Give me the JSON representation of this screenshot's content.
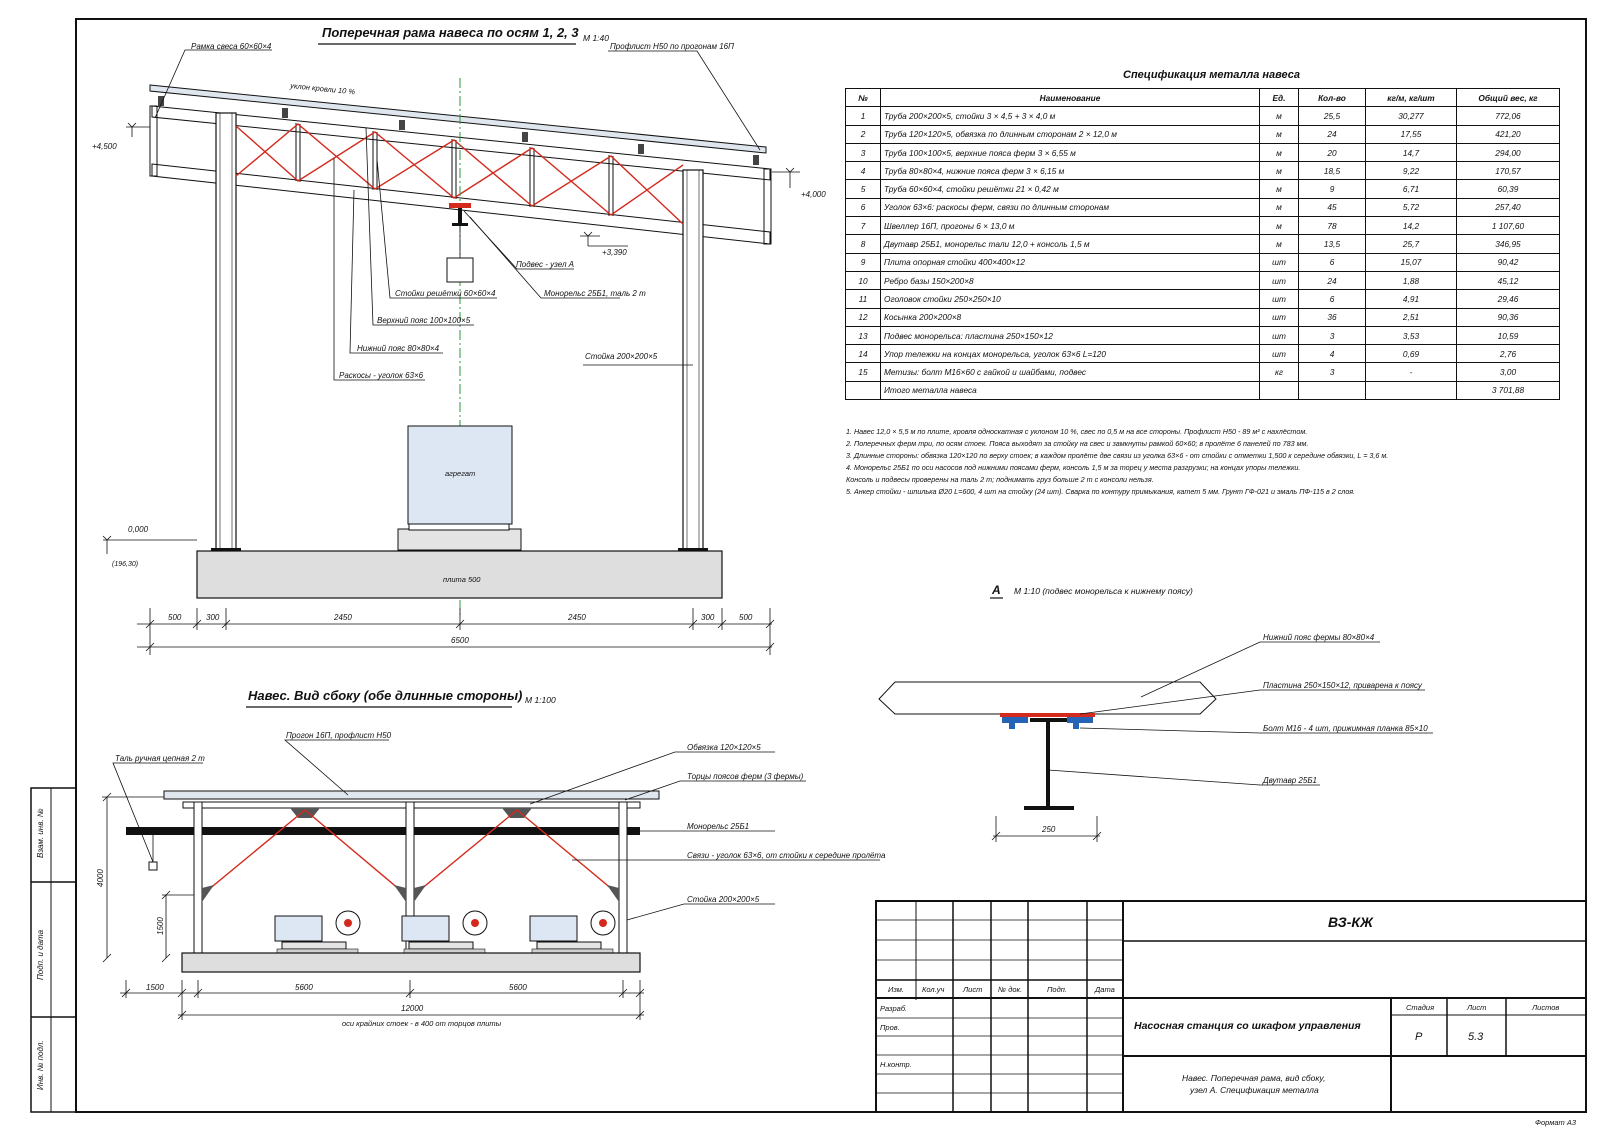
{
  "frame": {
    "title": "Поперечная рама навеса по осям 1, 2, 3",
    "scale": "М 1:40",
    "labels": {
      "fascia": "Рамка свеса 60×60×4",
      "roofing": "Профлист Н50 по прогонам 16П",
      "slope": "уклон кровли 10 %",
      "support": "Подвес - узел А",
      "monorail": "Монорельс 25Б1, таль 2 т",
      "web_posts": "Стойки решётки 60×60×4",
      "top_chord": "Верхний пояс 100×100×5",
      "bottom_chord": "Нижний пояс 80×80×4",
      "diagonals": "Раскосы - уголок 63×6",
      "column": "Стойка 200×200×5",
      "unit": "агрегат",
      "slab": "плита 500"
    },
    "levels": {
      "l1": "+4,500",
      "l2": "+4,000",
      "l3": "+3,390",
      "l4": "0,000",
      "l5": "(196,30)"
    },
    "dims": {
      "d1": "500",
      "d2": "300",
      "d3": "2450",
      "d4": "2450",
      "d5": "300",
      "d6": "500",
      "total": "6500"
    }
  },
  "side": {
    "title": "Навес. Вид сбоку (обе длинные стороны)",
    "scale": "М 1:100",
    "labels": {
      "hoist": "Таль ручная цепная 2 т",
      "purlin": "Прогон 16П, профлист Н50",
      "edge": "Обвязка 120×120×5",
      "truss_ends": "Торцы поясов ферм (3 фермы)",
      "monorail": "Монорельс 25Б1",
      "bracing": "Связи - уголок 63×6, от стойки к середине пролёта",
      "column": "Стойка 200×200×5"
    },
    "dims": {
      "h": "4000",
      "h2": "1500",
      "d1": "1500",
      "d2": "5600",
      "d3": "5600",
      "total": "12000"
    },
    "note": "оси крайних стоек - в 400 от торцов плиты"
  },
  "spec": {
    "title": "Спецификация металла навеса",
    "headers": [
      "№",
      "Наименование",
      "Ед.",
      "Кол-во",
      "кг/м, кг/шт",
      "Общий вес, кг"
    ],
    "rows": [
      [
        "1",
        "Труба 200×200×5, стойки 3 × 4,5 + 3 × 4,0 м",
        "м",
        "25,5",
        "30,277",
        "772,06"
      ],
      [
        "2",
        "Труба 120×120×5, обвязка по длинным сторонам 2 × 12,0 м",
        "м",
        "24",
        "17,55",
        "421,20"
      ],
      [
        "3",
        "Труба 100×100×5, верхние пояса ферм 3 × 6,55 м",
        "м",
        "20",
        "14,7",
        "294,00"
      ],
      [
        "4",
        "Труба 80×80×4, нижние пояса ферм 3 × 6,15 м",
        "м",
        "18,5",
        "9,22",
        "170,57"
      ],
      [
        "5",
        "Труба 60×60×4, стойки решётки 21 × 0,42 м",
        "м",
        "9",
        "6,71",
        "60,39"
      ],
      [
        "6",
        "Уголок 63×6: раскосы ферм, связи по длинным сторонам",
        "м",
        "45",
        "5,72",
        "257,40"
      ],
      [
        "7",
        "Швеллер 16П, прогоны 6 × 13,0 м",
        "м",
        "78",
        "14,2",
        "1 107,60"
      ],
      [
        "8",
        "Двутавр 25Б1, монорельс тали 12,0 + консоль 1,5 м",
        "м",
        "13,5",
        "25,7",
        "346,95"
      ],
      [
        "9",
        "Плита опорная стойки 400×400×12",
        "шт",
        "6",
        "15,07",
        "90,42"
      ],
      [
        "10",
        "Ребро базы 150×200×8",
        "шт",
        "24",
        "1,88",
        "45,12"
      ],
      [
        "11",
        "Оголовок стойки 250×250×10",
        "шт",
        "6",
        "4,91",
        "29,46"
      ],
      [
        "12",
        "Косынка 200×200×8",
        "шт",
        "36",
        "2,51",
        "90,36"
      ],
      [
        "13",
        "Подвес монорельса: пластина 250×150×12",
        "шт",
        "3",
        "3,53",
        "10,59"
      ],
      [
        "14",
        "Упор тележки на концах монорельса, уголок 63×6 L=120",
        "шт",
        "4",
        "0,69",
        "2,76"
      ],
      [
        "15",
        "Метизы: болт М16×60 с гайкой и шайбами, подвес",
        "кг",
        "3",
        "-",
        "3,00"
      ],
      [
        "",
        "Итого металла навеса",
        "",
        "",
        "",
        "3 701,88"
      ]
    ]
  },
  "notes": [
    "1. Навес 12,0 × 5,5 м по плите, кровля односкатная с уклоном 10 %, свес по 0,5 м на все стороны. Профлист Н50 - 89 м² с нахлёстом.",
    "2. Поперечных ферм три, по осям стоек. Пояса выходят за стойку на свес и замкнуты рамкой 60×60; в пролёте 6 панелей по 783 мм.",
    "3. Длинные стороны: обвязка 120×120 по верху стоек; в каждом пролёте две связи из уголка 63×6 - от стойки с отметки 1,500 к середине обвязки, L = 3,6 м.",
    "4. Монорельс 25Б1 по оси насосов под нижними поясами ферм, консоль 1,5 м за торец у места разгрузки; на концах упоры тележки.",
    "    Консоль и подвесы проверены на таль 2 т; поднимать груз больше 2 т с консоли нельзя.",
    "5. Анкер стойки - шпилька Ø20 L=600, 4 шт на стойку (24 шт). Сварка по контуру примыкания, катет 5 мм. Грунт ГФ-021 и эмаль ПФ-115 в 2 слоя."
  ],
  "node": {
    "letter": "А",
    "title": "М 1:10 (подвес монорельса к нижнему поясу)",
    "labels": {
      "chord": "Нижний пояс фермы 80×80×4",
      "plate": "Пластина 250×150×12, приварена к поясу",
      "bolt": "Болт М16 - 4 шт, прижимная планка 85×10",
      "beam": "Двутавр 25Б1"
    },
    "dim": "250"
  },
  "stamp": {
    "code": "ВЗ-КЖ",
    "project": "Насосная станция со шкафом управления",
    "sheet_title_1": "Навес. Поперечная рама, вид сбоку,",
    "sheet_title_2": "узел А. Спецификация металла",
    "head": [
      "Изм.",
      "Кол.уч",
      "Лист",
      "№ док.",
      "Подп.",
      "Дата"
    ],
    "roles": [
      "Разраб.",
      "Пров.",
      "Н.контр."
    ],
    "stage_label": "Стадия",
    "sheet_label": "Лист",
    "sheets_label": "Листов",
    "stage": "Р",
    "sheet": "5.3",
    "sheets": ""
  },
  "margin": [
    "Взам. инв. №",
    "Подп. и дата",
    "Инв. № подл."
  ],
  "format": "Формат А3",
  "colors": {
    "line": "#111111",
    "red": "#d42a1e",
    "blue": "#2463b5",
    "green": "#2a9a3a",
    "unit_fill": "#dce7f3",
    "slab_fill": "#dedede"
  }
}
